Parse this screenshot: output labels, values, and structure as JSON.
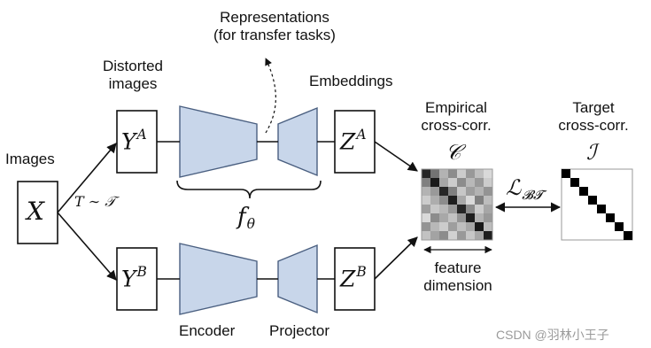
{
  "labels": {
    "images": "Images",
    "distorted_images": [
      "Distorted",
      "images"
    ],
    "representations": [
      "Representations",
      "(for transfer tasks)"
    ],
    "embeddings": "Embeddings",
    "empirical_cross_corr": [
      "Empirical",
      "cross-corr."
    ],
    "target_cross_corr": [
      "Target",
      "cross-corr."
    ],
    "feature_dimension": [
      "feature",
      "dimension"
    ],
    "encoder": "Encoder",
    "projector": "Projector"
  },
  "math": {
    "input": "X",
    "augmentation": "T ∼ 𝒯",
    "ya_base": "Y",
    "ya_sup": "A",
    "yb_base": "Y",
    "yb_sup": "B",
    "za_base": "Z",
    "za_sup": "A",
    "zb_base": "Z",
    "zb_sup": "B",
    "network": "f",
    "network_sub": "θ",
    "empirical_symbol": "𝒞",
    "target_symbol": "ℐ",
    "loss_base": "ℒ",
    "loss_sub": "𝓑𝓣"
  },
  "matrix": {
    "size": 8,
    "empirical_gray": [
      [
        0.15,
        0.45,
        0.7,
        0.55,
        0.8,
        0.6,
        0.75,
        0.85
      ],
      [
        0.5,
        0.1,
        0.65,
        0.8,
        0.55,
        0.72,
        0.6,
        0.8
      ],
      [
        0.7,
        0.6,
        0.15,
        0.5,
        0.78,
        0.62,
        0.7,
        0.58
      ],
      [
        0.8,
        0.68,
        0.55,
        0.12,
        0.66,
        0.85,
        0.5,
        0.74
      ],
      [
        0.62,
        0.78,
        0.72,
        0.6,
        0.15,
        0.55,
        0.8,
        0.65
      ],
      [
        0.85,
        0.55,
        0.66,
        0.76,
        0.58,
        0.12,
        0.7,
        0.6
      ],
      [
        0.58,
        0.72,
        0.8,
        0.62,
        0.75,
        0.66,
        0.1,
        0.74
      ],
      [
        0.76,
        0.64,
        0.55,
        0.82,
        0.6,
        0.78,
        0.66,
        0.12
      ]
    ]
  },
  "colors": {
    "network_fill": "#c8d6ea",
    "network_stroke": "#4a5f80",
    "line": "#111111"
  },
  "watermark": "CSDN @羽林小王子"
}
